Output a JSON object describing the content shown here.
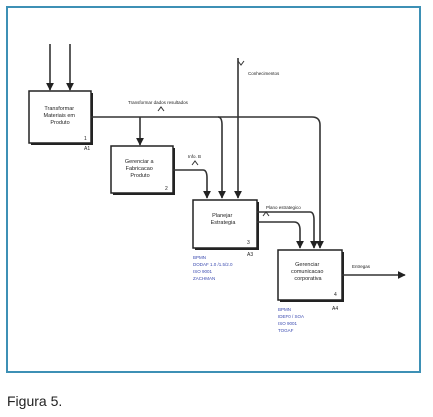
{
  "caption": "Figura 5.",
  "colors": {
    "frame": "#3d90b5",
    "line": "#333333",
    "reference_text": "#3a4ab0"
  },
  "boxes": [
    {
      "id": "b1",
      "label_lines": [
        "Transformar",
        "Materiais em",
        "Produto"
      ],
      "number": "1",
      "node": "A1"
    },
    {
      "id": "b2",
      "label_lines": [
        "Gerenciar a",
        "Fabricacao",
        "Produto"
      ],
      "number": "2",
      "node": ""
    },
    {
      "id": "b3",
      "label_lines": [
        "Planejar",
        "Estrategia"
      ],
      "number": "3",
      "node": "A3"
    },
    {
      "id": "b4",
      "label_lines": [
        "Gerenciar",
        "comunicacao",
        "corporativa"
      ],
      "number": "4",
      "node": "A4"
    }
  ],
  "arrow_labels": {
    "top_feedback": "Transformar dados resultados",
    "control_top": "Conhecimentos",
    "mid": "Info. B",
    "b3_output": "Plano estrategico",
    "output": "Entregas"
  },
  "references": {
    "b3": [
      "BPMN",
      "DODAF 1.0 /1.5/2.0",
      "ISO 9001",
      "ZACHMAN"
    ],
    "b4": [
      "BPMN",
      "IDEF0 / SOA",
      "ISO 9001",
      "TOGAF"
    ]
  }
}
